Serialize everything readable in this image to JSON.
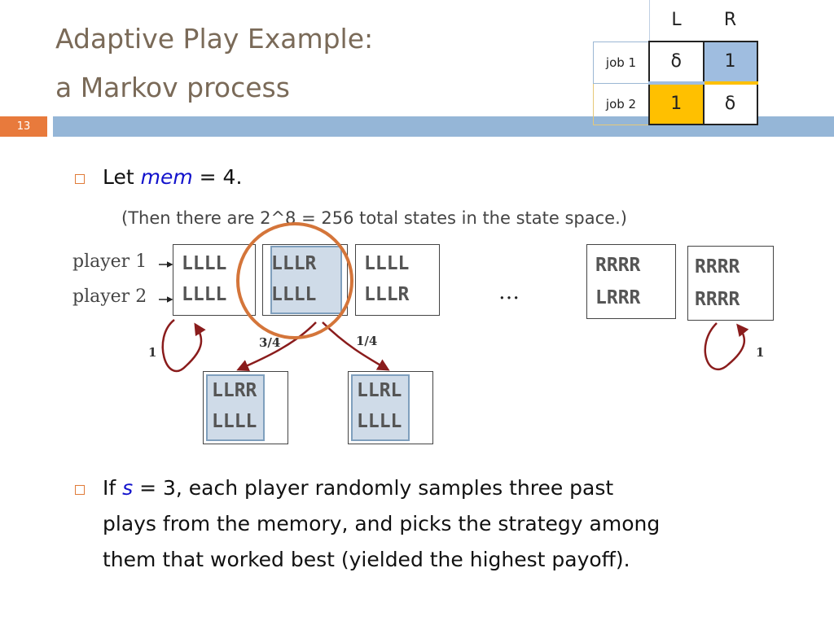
{
  "title": {
    "line1": "Adaptive Play Example:",
    "line2": "a Markov process"
  },
  "slide_number": "13",
  "payoff_matrix": {
    "col_headers": [
      "L",
      "R"
    ],
    "rows": [
      {
        "label": "job 1",
        "cells": [
          "δ",
          "1"
        ]
      },
      {
        "label": "job 2",
        "cells": [
          "1",
          "δ"
        ]
      }
    ],
    "colors": {
      "blue": "#9fbde0",
      "yellow": "#ffc000",
      "cell_border": "#222222",
      "label_border": "#9bb7d4"
    }
  },
  "bullet1": {
    "pre": "Let ",
    "var": "mem",
    "post": " = 4."
  },
  "bullet1_sub": "(Then there are 2^8 = 256 total states in the state space.)",
  "player_labels": [
    "player 1",
    "player 2"
  ],
  "states_top": [
    {
      "p1": "LLLL",
      "p2": "LLLL"
    },
    {
      "p1": "LLLR",
      "p2": "LLLL"
    },
    {
      "p1": "LLLL",
      "p2": "LLLR"
    }
  ],
  "ellipsis": "…",
  "states_right": [
    {
      "p1": "RRRR",
      "p2": "LRRR"
    },
    {
      "p1": "RRRR",
      "p2": "RRRR"
    }
  ],
  "states_bottom": [
    {
      "p1": "LLRR",
      "p2": "LLLL"
    },
    {
      "p1": "LLRL",
      "p2": "LLLL"
    }
  ],
  "probabilities": {
    "left_loop": "1",
    "to_left": "3/4",
    "to_right": "1/4",
    "right_loop": "1"
  },
  "bullet2": {
    "pre": "If ",
    "var": "s",
    "line1_rest": " = 3, each player randomly samples three past",
    "line2": "plays from the memory, and picks the strategy among",
    "line3": "them that worked best (yielded the highest payoff)."
  },
  "colors": {
    "title_text": "#7a6a58",
    "banner": "#95b6d7",
    "page_number_box": "#e87a3c",
    "bullet_square": "#e07b39",
    "circle": "#d4753a",
    "arrows": "#8a1c1c",
    "highlight": "#cfdbe8",
    "variable_text": "#1212cc"
  }
}
